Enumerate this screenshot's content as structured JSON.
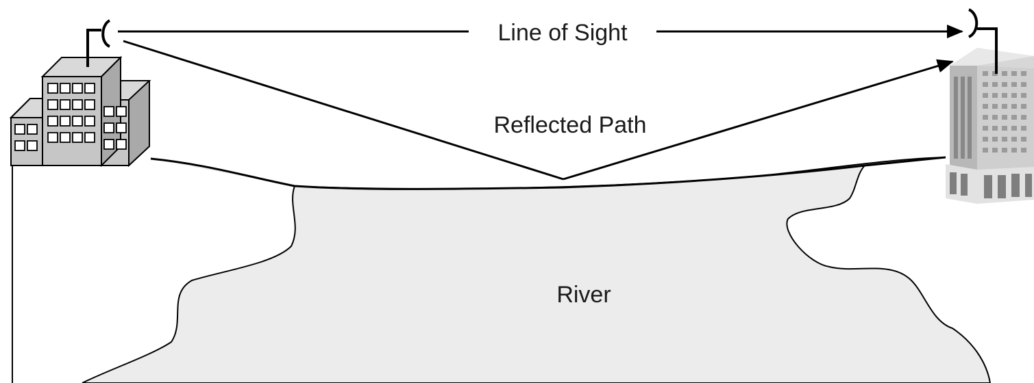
{
  "diagram": {
    "labels": {
      "line_of_sight": "Line of Sight",
      "reflected_path": "Reflected Path",
      "river": "River"
    },
    "colors": {
      "stroke": "#000000",
      "river_fill": "#ececec",
      "building_fill": "#c6c6c6",
      "building_side": "#a9a9a9",
      "building_top": "#d9d9d9",
      "window_fill": "#ffffff"
    },
    "icons": {
      "transmitter_building": "office-building-icon",
      "receiver_building": "office-tower-icon",
      "transmitter_antenna": "antenna-icon",
      "receiver_antenna": "antenna-icon"
    }
  }
}
